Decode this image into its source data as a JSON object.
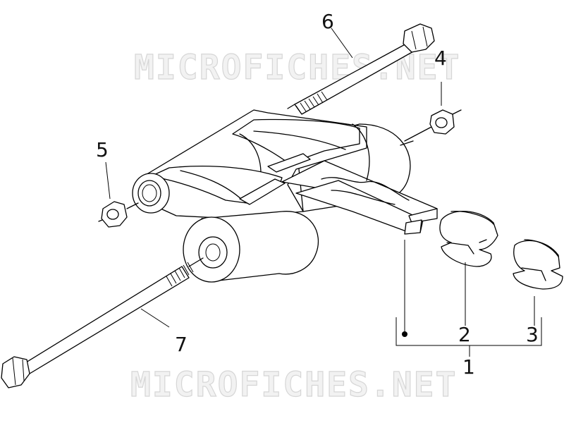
{
  "watermark": "MICROFICHES.NET",
  "callouts": {
    "c1": "1",
    "c2": "2",
    "c3": "3",
    "c4": "4",
    "c5": "5",
    "c6": "6",
    "c7": "7"
  }
}
